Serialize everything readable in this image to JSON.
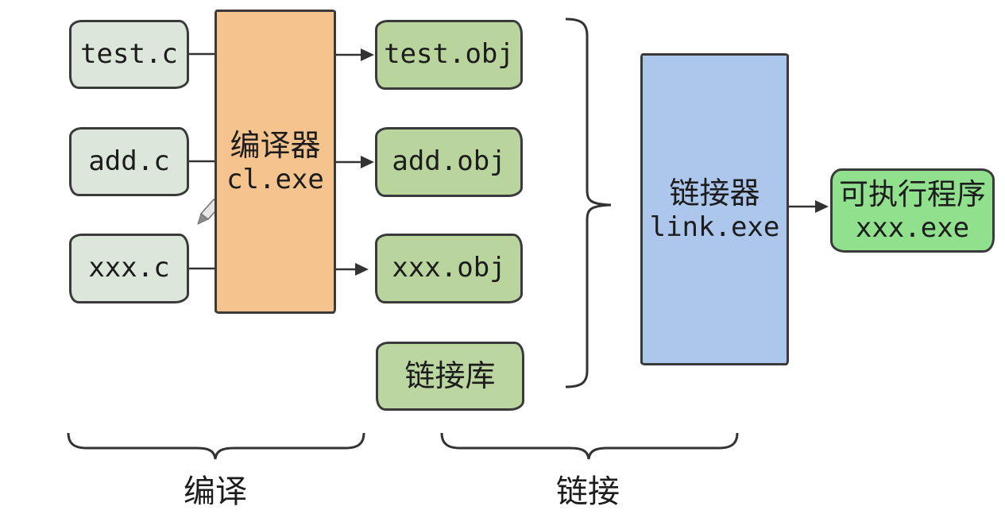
{
  "palette": {
    "background": "#ffffff",
    "source_box_fill": "#dce6da",
    "object_box_fill": "#b9d49d",
    "library_box_fill": "#bcd6a2",
    "compiler_box_fill": "#f4c38e",
    "linker_box_fill": "#adc6ec",
    "executable_box_fill": "#90e08d",
    "border_color": "#3a3a3a",
    "line_color": "#333333",
    "text_color": "#1c1c1c"
  },
  "source_files": [
    {
      "label": "test.c"
    },
    {
      "label": "add.c"
    },
    {
      "label": "xxx.c"
    }
  ],
  "compiler": {
    "title": "编译器",
    "program": "cl.exe"
  },
  "object_files": [
    {
      "label": "test.obj"
    },
    {
      "label": "add.obj"
    },
    {
      "label": "xxx.obj"
    }
  ],
  "link_library": {
    "label": "链接库"
  },
  "linker": {
    "title": "链接器",
    "program": "link.exe"
  },
  "executable": {
    "title": "可执行程序",
    "program": "xxx.exe"
  },
  "stage_labels": {
    "compile": "编译",
    "link": "链接"
  },
  "icons": {
    "pen_cursor": "pen-cursor-icon"
  }
}
